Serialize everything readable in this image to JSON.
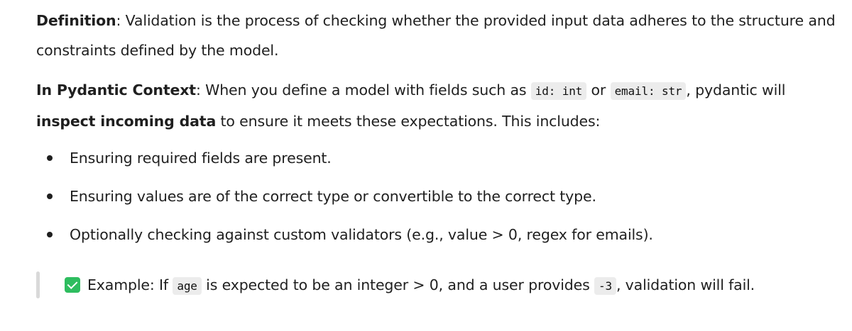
{
  "definition": {
    "label": "Definition",
    "text": ": Validation is the process of checking whether the provided input data adheres to the structure and constraints defined by the model."
  },
  "pydantic_context": {
    "label": "In Pydantic Context",
    "text_1": ": When you define a model with fields such as ",
    "code_1": "id: int",
    "text_2": " or ",
    "code_2": "email: str",
    "text_3": ", pydantic will ",
    "bold_phrase": "inspect incoming data",
    "text_4": " to ensure it meets these expectations. This includes:"
  },
  "bullets": [
    "Ensuring required fields are present.",
    "Ensuring values are of the correct type or convertible to the correct type.",
    "Optionally checking against custom validators (e.g., value > 0, regex for emails)."
  ],
  "example": {
    "icon": "check-icon",
    "icon_color": "#2ebd5f",
    "text_1": "Example: If ",
    "code_1": "age",
    "text_2": " is expected to be an integer > 0, and a user provides ",
    "code_2": "-3",
    "text_3": ", validation will fail."
  }
}
